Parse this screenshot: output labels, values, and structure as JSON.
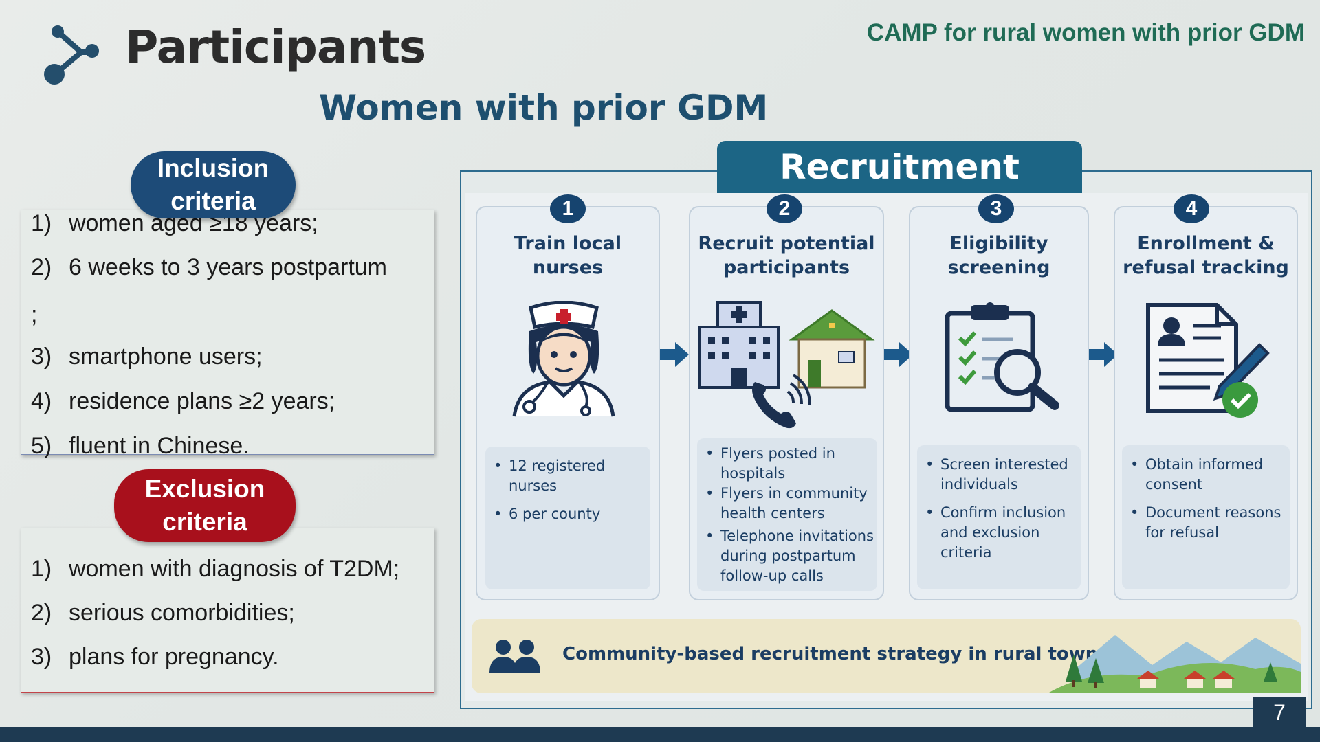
{
  "header": {
    "title": "Participants",
    "project": "CAMP for rural women with prior GDM",
    "subtitle": "Women with prior GDM"
  },
  "inclusion": {
    "label": "Inclusion criteria",
    "items": [
      {
        "num": "1)",
        "text": "women aged ≥18 years;"
      },
      {
        "num": "2)",
        "text": "6 weeks to 3 years postpartum"
      },
      {
        "num": "",
        "text": ";"
      },
      {
        "num": "3)",
        "text": "smartphone users;"
      },
      {
        "num": "4)",
        "text": "residence plans ≥2 years;"
      },
      {
        "num": "5)",
        "text": "fluent in Chinese."
      }
    ]
  },
  "exclusion": {
    "label": "Exclusion criteria",
    "items": [
      {
        "num": "1)",
        "text": "women with diagnosis of T2DM;"
      },
      {
        "num": "2)",
        "text": "serious comorbidities;"
      },
      {
        "num": "3)",
        "text": "plans for pregnancy."
      }
    ]
  },
  "recruitment": {
    "title": "Recruitment",
    "steps": [
      {
        "num": "1",
        "title_line1": "Train local",
        "title_line2": "nurses",
        "icon": "nurse-icon",
        "bullets": [
          [
            "12 registered",
            "nurses"
          ],
          [
            "6 per county"
          ]
        ]
      },
      {
        "num": "2",
        "title_line1": "Recruit potential",
        "title_line2": "participants",
        "icon": "hospital-home-phone-icon",
        "bullets": [
          [
            "Flyers posted in",
            "hospitals"
          ],
          [
            "Flyers in community",
            "health centers"
          ],
          [
            "Telephone invitations",
            "during postpartum",
            "follow-up calls"
          ]
        ]
      },
      {
        "num": "3",
        "title_line1": "Eligibility",
        "title_line2": "screening",
        "icon": "clipboard-magnifier-icon",
        "bullets": [
          [
            "Screen interested",
            "individuals"
          ],
          [
            "Confirm inclusion",
            "and exclusion",
            "criteria"
          ]
        ]
      },
      {
        "num": "4",
        "title_line1": "Enrollment &",
        "title_line2": "refusal tracking",
        "icon": "document-check-icon",
        "bullets": [
          [
            "Obtain informed",
            "consent"
          ],
          [
            "Document reasons",
            "for refusal"
          ]
        ]
      }
    ],
    "community": "Community-based recruitment strategy in rural towns"
  },
  "page_number": "7",
  "colors": {
    "inclusion_pill": "#1d4b78",
    "exclusion_pill": "#a8101c",
    "recruitment_header": "#1c6585",
    "step_number": "#16446f",
    "project_title": "#1f6b55"
  }
}
